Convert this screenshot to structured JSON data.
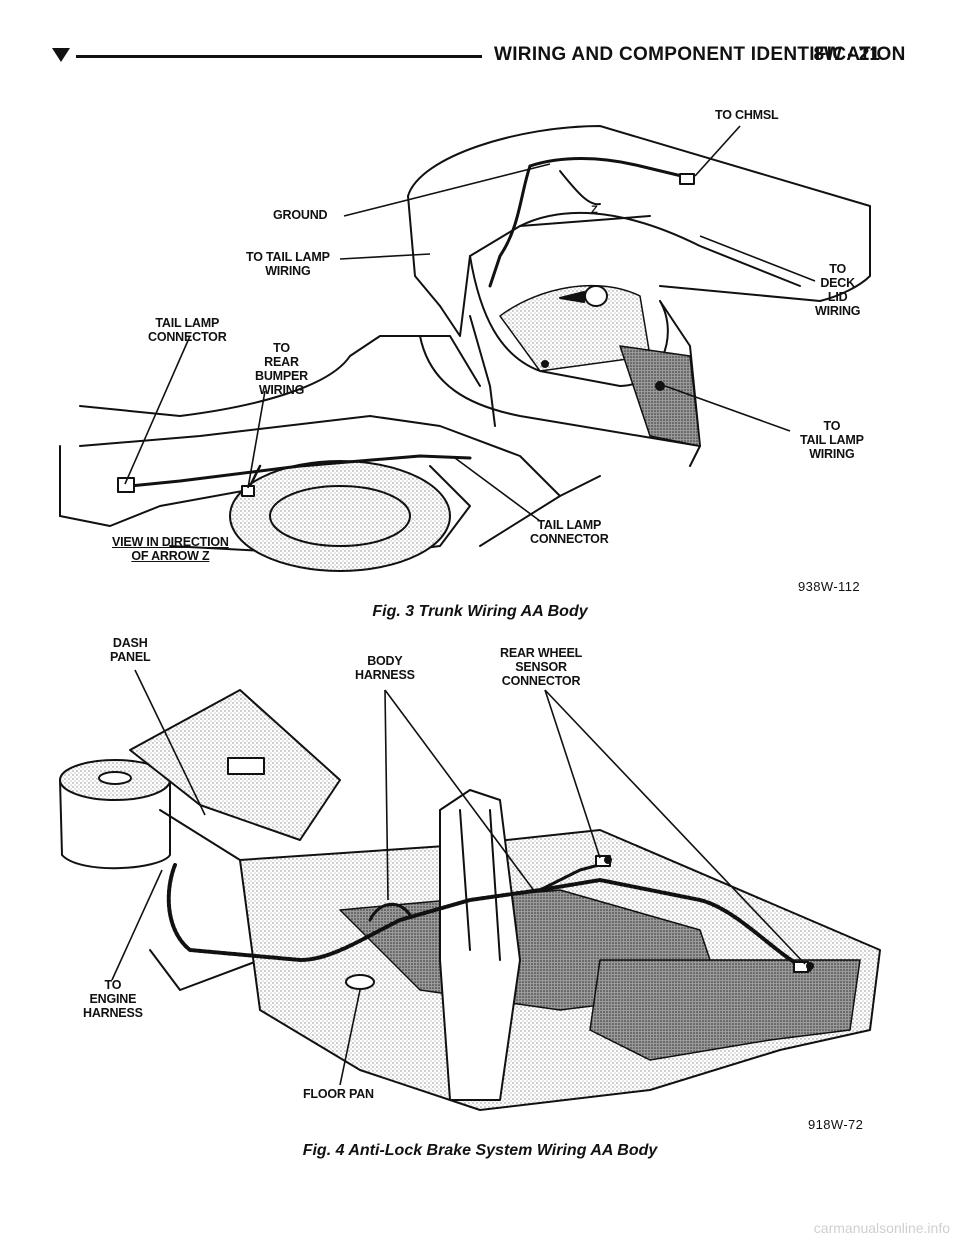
{
  "header": {
    "title": "WIRING AND COMPONENT IDENTIFICATION",
    "page_number": "8W - 21"
  },
  "figure3": {
    "labels": {
      "to_chmsl": "TO CHMSL",
      "ground": "GROUND",
      "to_tail_lamp_wiring_top": "TO TAIL LAMP\nWIRING",
      "to_deck_lid_wiring": "TO\nDECK\nLID\nWIRING",
      "tail_lamp_connector_left": "TAIL LAMP\nCONNECTOR",
      "to_rear_bumper_wiring": "TO\nREAR\nBUMPER\nWIRING",
      "to_tail_lamp_wiring_right": "TO\nTAIL LAMP\nWIRING",
      "tail_lamp_connector_bottom": "TAIL LAMP\nCONNECTOR",
      "view_direction": "VIEW IN DIRECTION\nOF ARROW Z",
      "arrow_marker": "Z"
    },
    "code": "938W-112",
    "caption": "Fig. 3 Trunk Wiring AA Body"
  },
  "figure4": {
    "labels": {
      "dash_panel": "DASH\nPANEL",
      "body_harness": "BODY\nHARNESS",
      "rear_wheel_sensor_connector": "REAR WHEEL\nSENSOR\nCONNECTOR",
      "to_engine_harness": "TO\nENGINE\nHARNESS",
      "floor_pan": "FLOOR PAN"
    },
    "code": "918W-72",
    "caption": "Fig. 4 Anti-Lock Brake System Wiring AA Body"
  },
  "footer": {
    "watermark": "carmanualsonline.info"
  }
}
